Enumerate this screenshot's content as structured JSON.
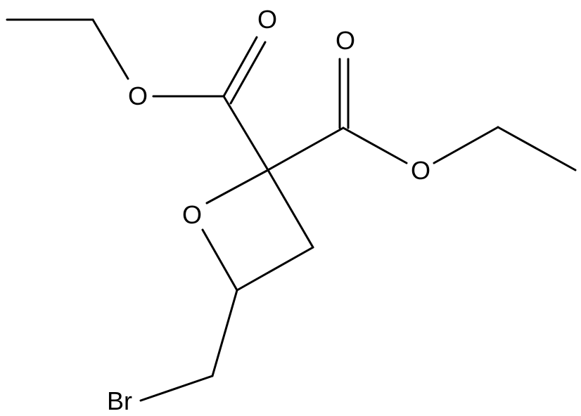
{
  "molecule": {
    "atoms": {
      "ring_oxygen": "O",
      "ester1_ether_oxygen": "O",
      "ester1_carbonyl_oxygen": "O",
      "ester2_ether_oxygen": "O",
      "ester2_carbonyl_oxygen": "O",
      "bromine": "Br"
    },
    "colors": {
      "bond": "#000000",
      "text": "#000000",
      "background": "#ffffff"
    }
  }
}
